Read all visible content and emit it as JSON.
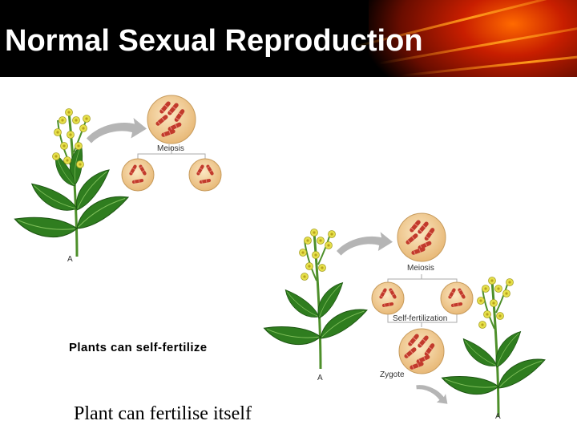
{
  "slide": {
    "title": "Normal Sexual Reproduction",
    "caption_bold": "Plants can self-fertilize",
    "caption_serif": "Plant can fertilise itself"
  },
  "figure_top": {
    "meiosis_label": "Meiosis",
    "plant_label": "A"
  },
  "figure_bottom": {
    "meiosis_label": "Meiosis",
    "self_fert_label": "Self-fertilization",
    "zygote_label": "Zygote",
    "plant_left_label": "A",
    "plant_right_label": "A"
  },
  "colors": {
    "title_bg": "#000000",
    "title_text": "#ffffff",
    "cell_fill": "#f7d9a8",
    "chromosome": "#c23a2c",
    "leaf": "#2f7d1f",
    "flower": "#e6e04a",
    "arrow": "#b5b5b5"
  }
}
